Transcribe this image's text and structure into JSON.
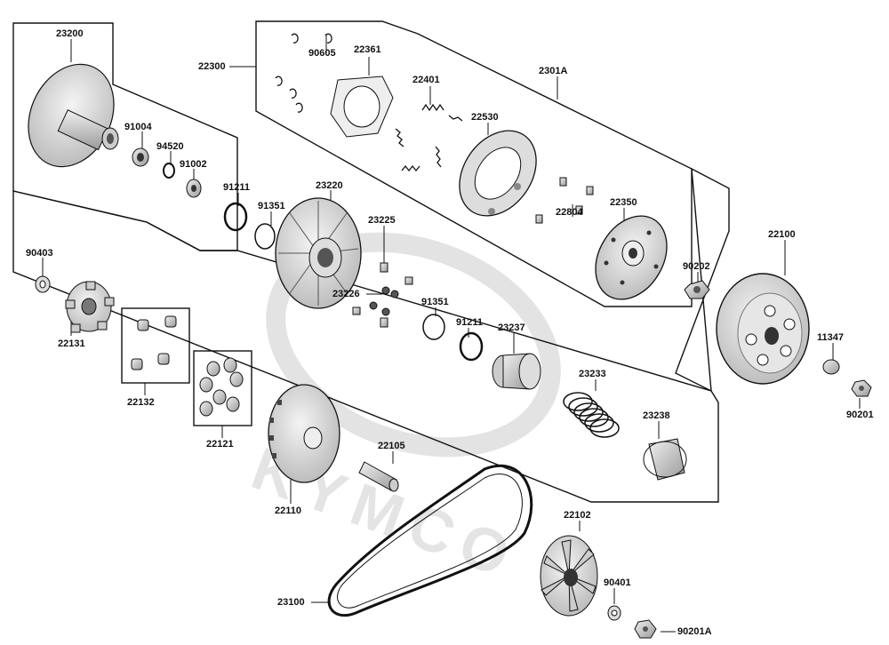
{
  "watermark": "KYMCO",
  "labels": {
    "l23200": "23200",
    "l22300": "22300",
    "l90605": "90605",
    "l22361": "22361",
    "l2301A": "2301A",
    "l22401": "22401",
    "l22530": "22530",
    "l91004": "91004",
    "l94520": "94520",
    "l91002": "91002",
    "l91211a": "91211",
    "l91351a": "91351",
    "l23220": "23220",
    "l22804": "22804",
    "l22350": "22350",
    "l22100": "22100",
    "l90202": "90202",
    "l90403": "90403",
    "l23225": "23225",
    "l23226": "23226",
    "l91351b": "91351",
    "l91211b": "91211",
    "l23237": "23237",
    "l11347": "11347",
    "l22131": "22131",
    "l90201": "90201",
    "l22132": "22132",
    "l23233": "23233",
    "l23238": "23238",
    "l22121": "22121",
    "l22105": "22105",
    "l22110": "22110",
    "l22102": "22102",
    "l90401": "90401",
    "l23100": "23100",
    "l90201A": "90201A"
  }
}
